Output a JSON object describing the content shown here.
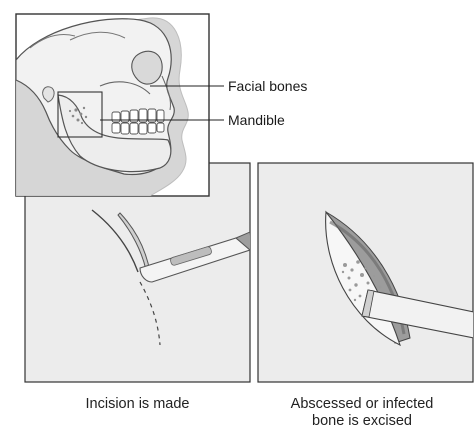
{
  "labels": {
    "facial_bones": "Facial bones",
    "mandible": "Mandible"
  },
  "captions": {
    "left": "Incision is made",
    "right_line1": "Abscessed or infected",
    "right_line2": "bone is excised"
  },
  "colors": {
    "panel_fill": "#eeeeee",
    "panel_border": "#333333",
    "skin_tissue": "#d9d9d9",
    "bone_outline": "#555555",
    "blade_gray": "#b0b0b0"
  }
}
